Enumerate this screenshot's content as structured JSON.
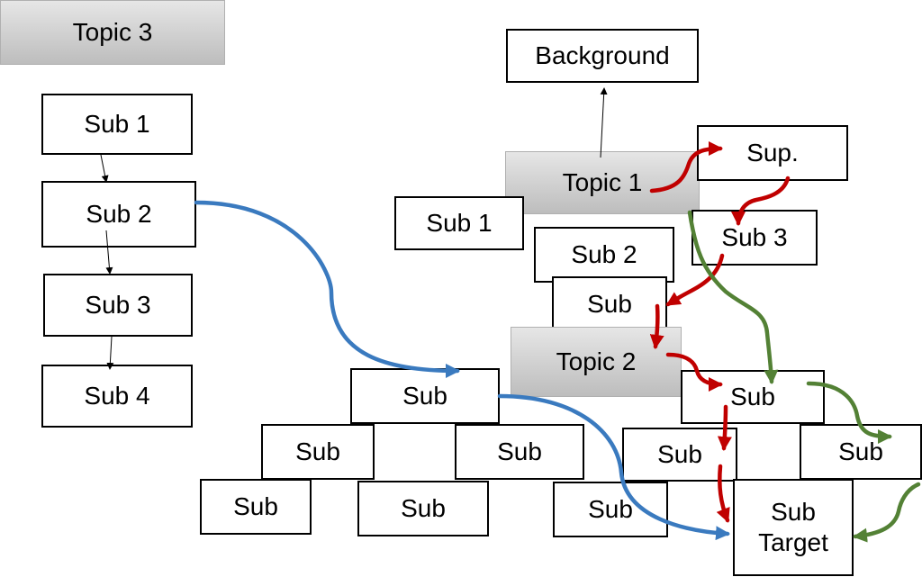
{
  "left_column": {
    "topic": "Topic 3",
    "subs": [
      "Sub 1",
      "Sub 2",
      "Sub 3",
      "Sub 4"
    ]
  },
  "right_cluster": {
    "background": "Background",
    "topic1": "Topic 1",
    "topic2": "Topic 2",
    "sup": "Sup.",
    "sub1": "Sub 1",
    "sub2": "Sub 2",
    "sub3": "Sub 3"
  },
  "generic_sub": "Sub",
  "target": {
    "line1": "Sub",
    "line2": "Target"
  },
  "colors": {
    "blue_path": "#3a7abf",
    "red_path": "#c00000",
    "green_path": "#538135",
    "topic_fill": "#cccccc"
  }
}
